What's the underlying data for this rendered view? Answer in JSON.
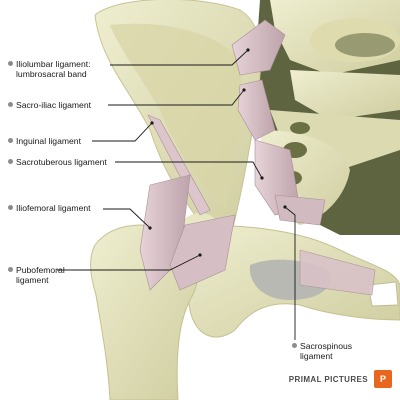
{
  "labels": {
    "iliolumbar": [
      "Iliolumbar ligament:",
      "lumbrosacral band"
    ],
    "sacroiliac": "Sacro-iliac ligament",
    "inguinal": "Inguinal ligament",
    "sacrotuberous": "Sacrotuberous ligament",
    "iliofemoral": "Iliofemoral ligament",
    "pubofemoral": [
      "Pubofemoral",
      "ligament"
    ],
    "sacrospinous": [
      "Sacrospinous",
      "ligament"
    ]
  },
  "brand": {
    "name": "PRIMAL PICTURES",
    "logo_text": "P"
  },
  "colors": {
    "bone": "#e6e5bd",
    "bone_shadow": "#c9c79a",
    "ligament": "#d9c2c8",
    "ligament_dark": "#b69aa3",
    "spine_shadow": "#5e6440",
    "leader": "#1a1a1a",
    "brand": "#e8661e"
  }
}
